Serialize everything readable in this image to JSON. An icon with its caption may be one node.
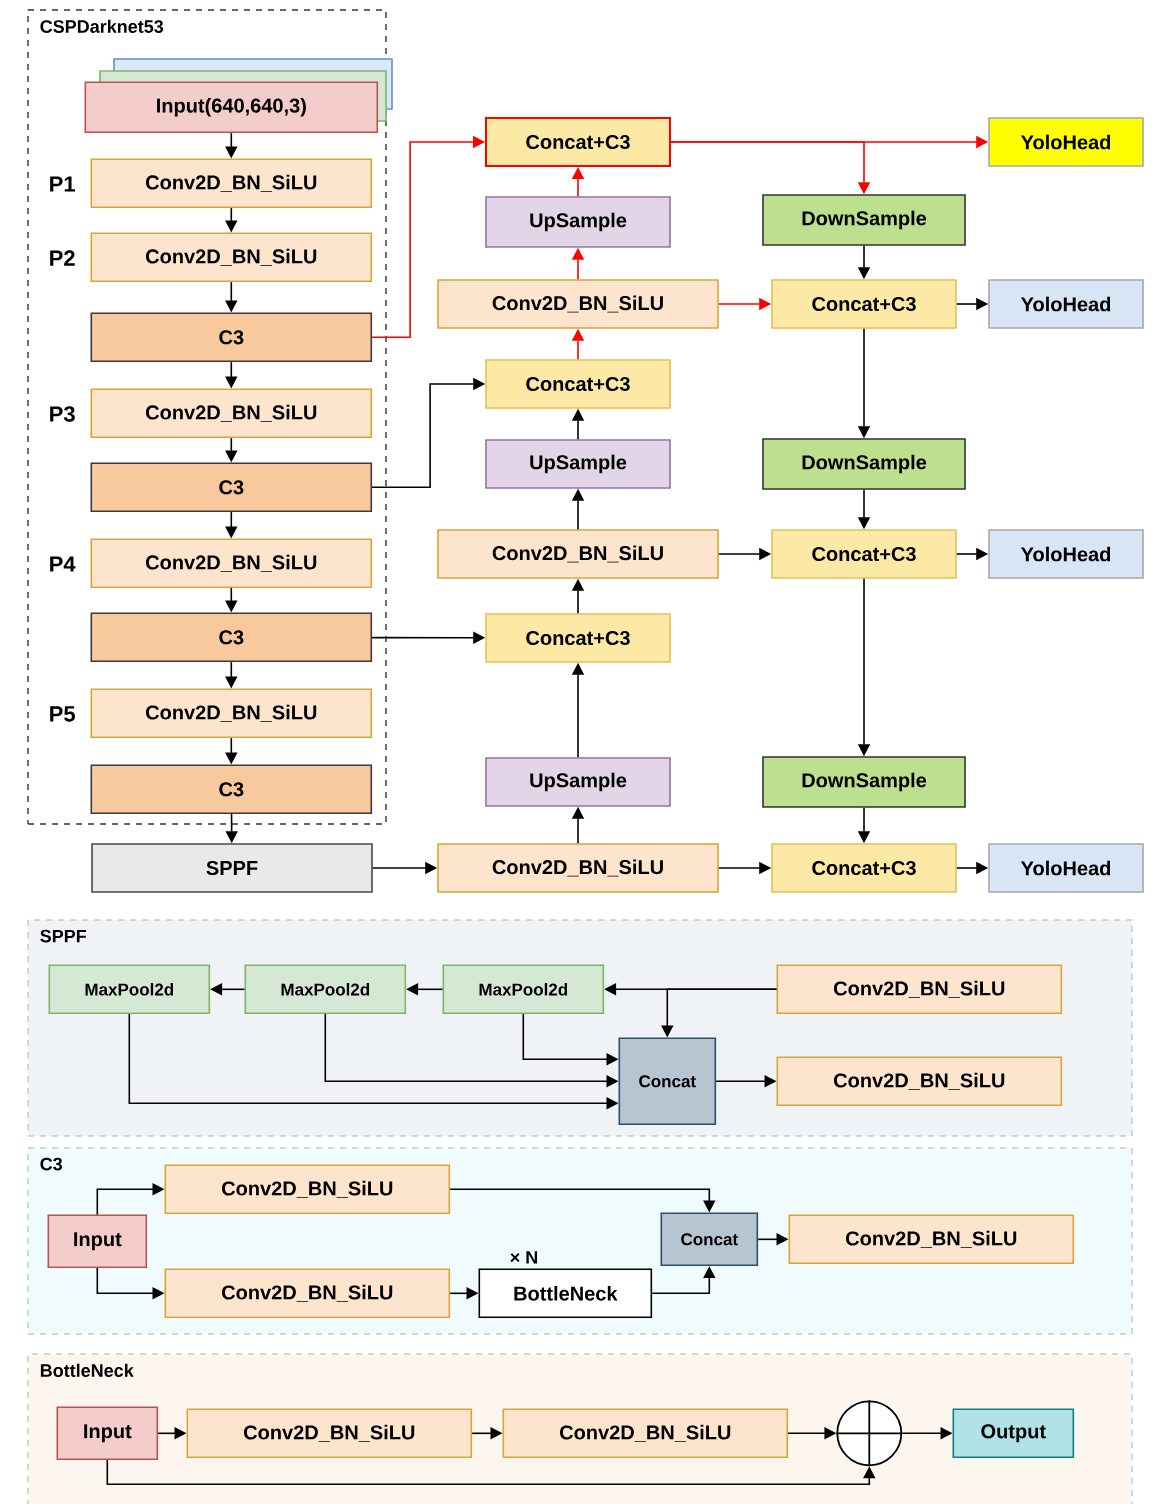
{
  "diagram": {
    "nodes": [
      {
        "text": [
          "CSPDarknet53"
        ]
      },
      {
        "text": [
          "Input(640,640,3)"
        ],
        "in": 0
      },
      {
        "text": [
          "Conv2D_BN_SiLU"
        ],
        "in": 0,
        "beside": [
          "P1"
        ]
      },
      {
        "text": [
          "Conv2D_BN_SiLU"
        ],
        "in": 0,
        "beside": [
          "P2"
        ]
      },
      {
        "text": [
          "C3"
        ],
        "in": 0
      },
      {
        "text": [
          "Conv2D_BN_SiLU"
        ],
        "in": 0,
        "beside": [
          "P3"
        ]
      },
      {
        "text": [
          "C3"
        ],
        "in": 0
      },
      {
        "text": [
          "Conv2D_BN_SiLU"
        ],
        "in": 0,
        "beside": [
          "P4"
        ]
      },
      {
        "text": [
          "C3"
        ],
        "in": 0
      },
      {
        "text": [
          "Conv2D_BN_SiLU"
        ],
        "in": 0,
        "beside": [
          "P5"
        ]
      },
      {
        "text": [
          "C3"
        ],
        "in": 0
      },
      {
        "text": [
          "SPPF"
        ]
      },
      {
        "text": [
          "Concat+C3"
        ]
      },
      {
        "text": [
          "UpSample"
        ]
      },
      {
        "text": [
          "Conv2D_BN_SiLU"
        ]
      },
      {
        "text": [
          "Concat+C3"
        ]
      },
      {
        "text": [
          "UpSample"
        ]
      },
      {
        "text": [
          "Conv2D_BN_SiLU"
        ]
      },
      {
        "text": [
          "Concat+C3"
        ]
      },
      {
        "text": [
          "UpSample"
        ]
      },
      {
        "text": [
          "Conv2D_BN_SiLU"
        ]
      },
      {
        "text": [
          "DownSample"
        ]
      },
      {
        "text": [
          "Concat+C3"
        ]
      },
      {
        "text": [
          "DownSample"
        ]
      },
      {
        "text": [
          "Concat+C3"
        ]
      },
      {
        "text": [
          "DownSample"
        ]
      },
      {
        "text": [
          "Concat+C3"
        ]
      },
      {
        "text": [
          "YoloHead"
        ]
      },
      {
        "text": [
          "YoloHead"
        ]
      },
      {
        "text": [
          "YoloHead"
        ]
      },
      {
        "text": [
          "YoloHead"
        ]
      },
      {
        "text": [
          "SPPF"
        ]
      },
      {
        "text": [
          "MaxPool2d"
        ],
        "in": 31
      },
      {
        "text": [
          "MaxPool2d"
        ],
        "in": 31
      },
      {
        "text": [
          "MaxPool2d"
        ],
        "in": 31
      },
      {
        "text": [
          "Conv2D_BN_SiLU"
        ],
        "in": 31
      },
      {
        "text": [
          "Concat"
        ],
        "in": 31
      },
      {
        "text": [
          "Conv2D_BN_SiLU"
        ],
        "in": 31
      },
      {
        "text": [
          "C3"
        ]
      },
      {
        "text": [
          "Input"
        ],
        "in": 38
      },
      {
        "text": [
          "Conv2D_BN_SiLU"
        ],
        "in": 38
      },
      {
        "text": [
          "Conv2D_BN_SiLU"
        ],
        "in": 38
      },
      {
        "text": [
          "BottleNeck"
        ],
        "in": 38,
        "beside": [
          "× N"
        ]
      },
      {
        "text": [
          "Concat"
        ],
        "in": 38
      },
      {
        "text": [
          "Conv2D_BN_SiLU"
        ],
        "in": 38
      },
      {
        "text": [
          "BottleNeck"
        ]
      },
      {
        "text": [
          "Input"
        ],
        "in": 45
      },
      {
        "text": [
          "Conv2D_BN_SiLU"
        ],
        "in": 45
      },
      {
        "text": [
          "Conv2D_BN_SiLU"
        ],
        "in": 45
      },
      {
        "text": [],
        "shape": "circle",
        "in": 45
      },
      {
        "text": [
          "Output"
        ],
        "in": 45
      }
    ],
    "edges": [
      {
        "from": 1,
        "to": 2,
        "arrow": "to"
      },
      {
        "from": 2,
        "to": 3,
        "arrow": "to"
      },
      {
        "from": 3,
        "to": 4,
        "arrow": "to"
      },
      {
        "from": 4,
        "to": 5,
        "arrow": "to"
      },
      {
        "from": 5,
        "to": 6,
        "arrow": "to"
      },
      {
        "from": 6,
        "to": 7,
        "arrow": "to"
      },
      {
        "from": 7,
        "to": 8,
        "arrow": "to"
      },
      {
        "from": 8,
        "to": 9,
        "arrow": "to"
      },
      {
        "from": 9,
        "to": 10,
        "arrow": "to"
      },
      {
        "from": 10,
        "to": 11,
        "arrow": "to"
      },
      {
        "from": 4,
        "to": 12,
        "arrow": "to",
        "color": "#ff0000"
      },
      {
        "from": 6,
        "to": 15,
        "arrow": "to"
      },
      {
        "from": 8,
        "to": 18,
        "arrow": "to"
      },
      {
        "from": 11,
        "to": 20,
        "arrow": "to"
      },
      {
        "from": 20,
        "to": 19,
        "arrow": "to"
      },
      {
        "from": 19,
        "to": 18,
        "arrow": "to"
      },
      {
        "from": 18,
        "to": 17,
        "arrow": "to"
      },
      {
        "from": 17,
        "to": 16,
        "arrow": "to"
      },
      {
        "from": 16,
        "to": 15,
        "arrow": "to"
      },
      {
        "from": 15,
        "to": 14,
        "arrow": "to",
        "color": "#ff0000"
      },
      {
        "from": 14,
        "to": 13,
        "arrow": "to",
        "color": "#ff0000"
      },
      {
        "from": 13,
        "to": 12,
        "arrow": "to",
        "color": "#ff0000"
      },
      {
        "from": 12,
        "to": 27,
        "arrow": "to",
        "color": "#ff0000"
      },
      {
        "from": 12,
        "to": 21,
        "arrow": "to",
        "color": "#ff0000"
      },
      {
        "from": 21,
        "to": 22,
        "arrow": "to"
      },
      {
        "from": 14,
        "to": 22,
        "arrow": "to",
        "color": "#ff0000"
      },
      {
        "from": 22,
        "to": 28,
        "arrow": "to"
      },
      {
        "from": 22,
        "to": 23,
        "arrow": "to"
      },
      {
        "from": 23,
        "to": 24,
        "arrow": "to"
      },
      {
        "from": 17,
        "to": 24,
        "arrow": "to"
      },
      {
        "from": 24,
        "to": 29,
        "arrow": "to"
      },
      {
        "from": 24,
        "to": 25,
        "arrow": "to"
      },
      {
        "from": 25,
        "to": 26,
        "arrow": "to"
      },
      {
        "from": 20,
        "to": 26,
        "arrow": "to"
      },
      {
        "from": 26,
        "to": 30,
        "arrow": "to"
      },
      {
        "from": 35,
        "to": 34,
        "arrow": "to"
      },
      {
        "from": 34,
        "to": 33,
        "arrow": "to"
      },
      {
        "from": 33,
        "to": 32,
        "arrow": "to"
      },
      {
        "from": 35,
        "to": 36,
        "arrow": "to"
      },
      {
        "from": 34,
        "to": 36,
        "arrow": "to"
      },
      {
        "from": 33,
        "to": 36,
        "arrow": "to"
      },
      {
        "from": 32,
        "to": 36,
        "arrow": "to"
      },
      {
        "from": 36,
        "to": 37,
        "arrow": "to"
      },
      {
        "from": 39,
        "to": 40,
        "arrow": "to"
      },
      {
        "from": 39,
        "to": 41,
        "arrow": "to"
      },
      {
        "from": 41,
        "to": 42,
        "arrow": "to"
      },
      {
        "from": 40,
        "to": 43,
        "arrow": "to"
      },
      {
        "from": 42,
        "to": 43,
        "arrow": "to"
      },
      {
        "from": 43,
        "to": 44,
        "arrow": "to"
      },
      {
        "from": 46,
        "to": 47,
        "arrow": "to"
      },
      {
        "from": 47,
        "to": 48,
        "arrow": "to"
      },
      {
        "from": 48,
        "to": 49,
        "arrow": "to"
      },
      {
        "from": 49,
        "to": 50,
        "arrow": "to"
      },
      {
        "from": 46,
        "to": 49,
        "arrow": "to"
      }
    ]
  }
}
